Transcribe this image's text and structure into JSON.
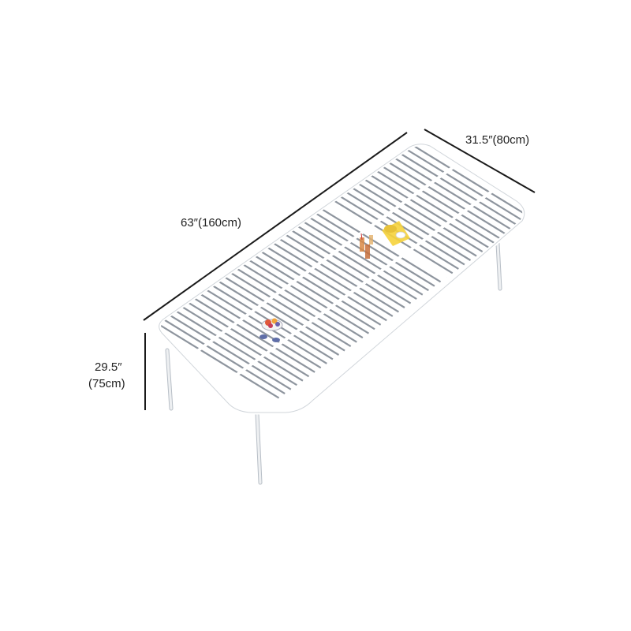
{
  "dimensions": {
    "length_label": "63″(160cm)",
    "width_label": "31.5″(80cm)",
    "height_label_line1": "29.5″",
    "height_label_line2": "(75cm)"
  },
  "colors": {
    "dimension_line": "#1a1a1a",
    "table_top": "#ffffff",
    "slat_gap": "#8e959e",
    "table_edge": "#d5d9de",
    "leg": "#e8ebee",
    "leg_edge": "#b7bec6"
  },
  "objects": [
    "fruit-bowl",
    "drinking-glasses",
    "snack-plate"
  ]
}
